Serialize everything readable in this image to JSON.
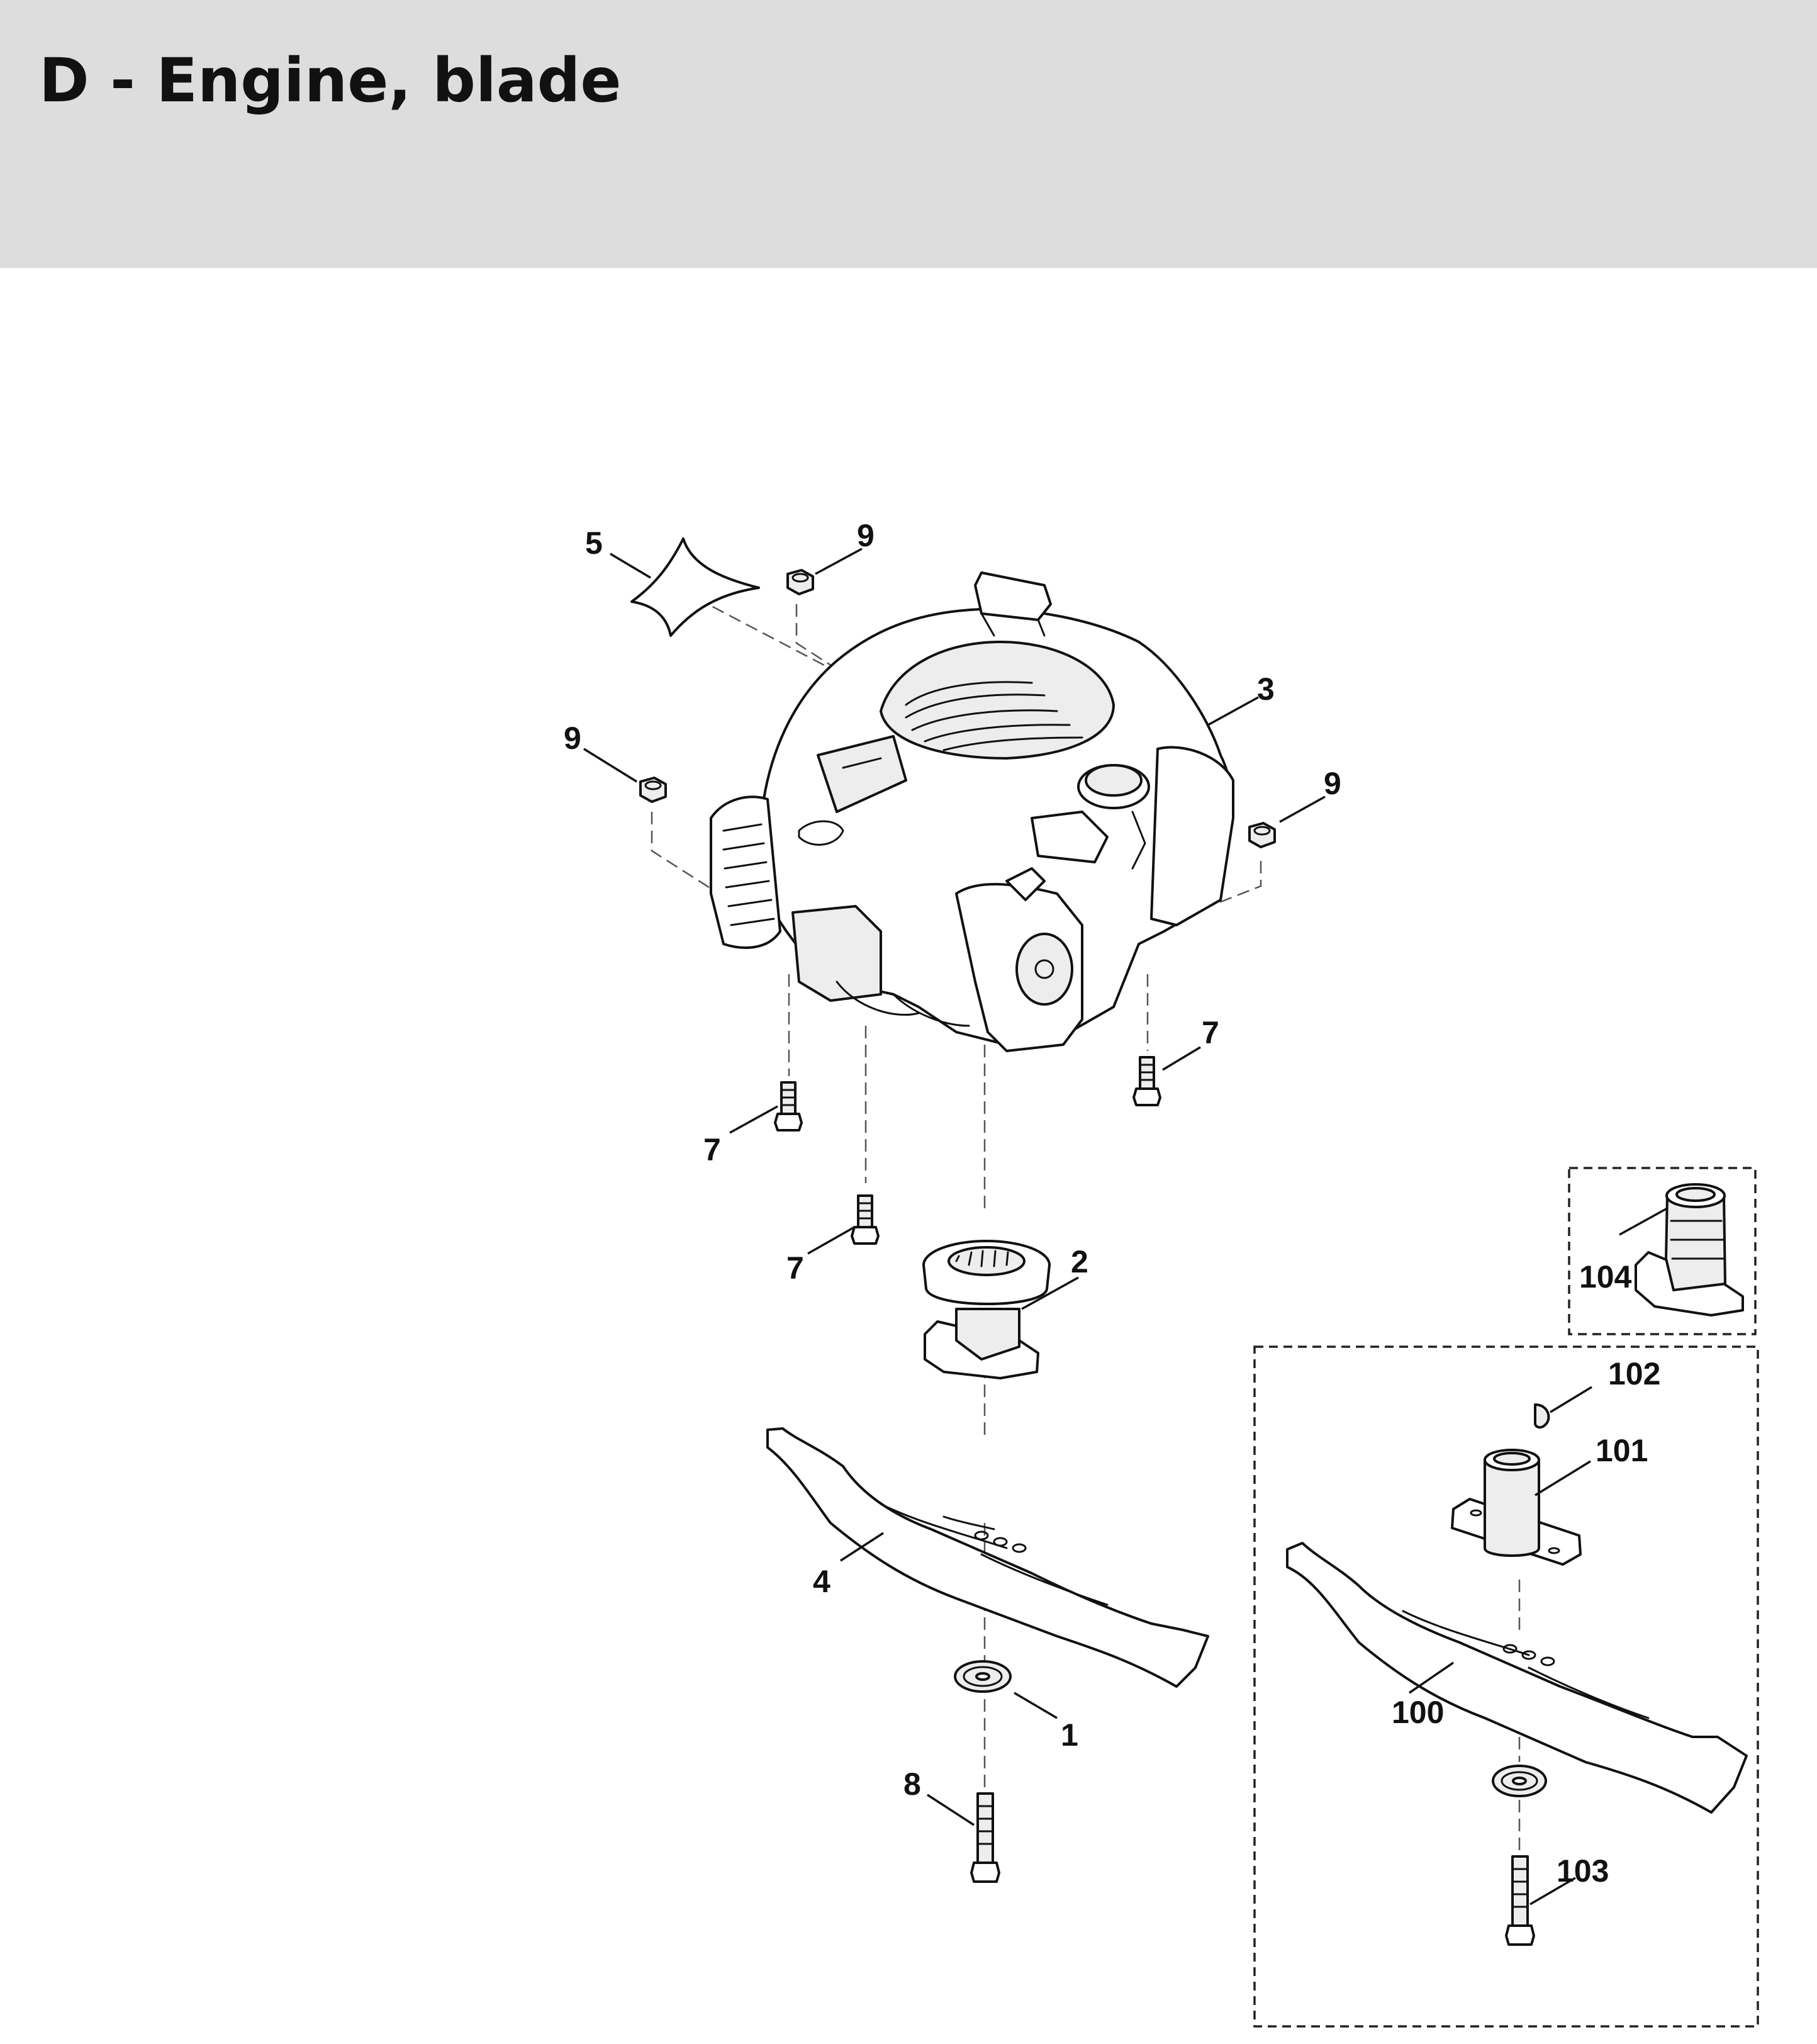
{
  "header": {
    "title": "D - Engine, blade",
    "background": "#dcdddc"
  },
  "diagram": {
    "callouts": {
      "c1": "1",
      "c2": "2",
      "c3": "3",
      "c4": "4",
      "c5": "5",
      "c7a": "7",
      "c7b": "7",
      "c7c": "7",
      "c8": "8",
      "c9a": "9",
      "c9b": "9",
      "c9c": "9",
      "c100": "100",
      "c101": "101",
      "c102": "102",
      "c103": "103",
      "c104": "104"
    },
    "parts": [
      {
        "no": "1",
        "icon": "blade-washer-icon"
      },
      {
        "no": "2",
        "icon": "blade-adapter-icon"
      },
      {
        "no": "3",
        "icon": "engine-icon"
      },
      {
        "no": "4",
        "icon": "mower-blade-icon"
      },
      {
        "no": "5",
        "icon": "label-icon"
      },
      {
        "no": "7",
        "icon": "engine-mount-bolt-icon"
      },
      {
        "no": "8",
        "icon": "blade-bolt-icon"
      },
      {
        "no": "9",
        "icon": "lock-nut-icon"
      },
      {
        "no": "100",
        "icon": "blade-kit-blade-icon"
      },
      {
        "no": "101",
        "icon": "blade-hub-icon"
      },
      {
        "no": "102",
        "icon": "woodruff-key-icon"
      },
      {
        "no": "103",
        "icon": "blade-kit-bolt-icon"
      },
      {
        "no": "104",
        "icon": "blade-adapter-alt-icon"
      }
    ]
  }
}
